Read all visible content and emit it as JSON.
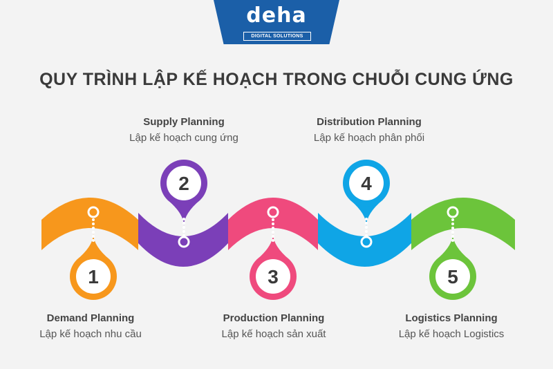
{
  "logo": {
    "wordmark": "deha",
    "tagline": "DIGITAL SOLUTIONS",
    "background": "#1b5fa8"
  },
  "title": "QUY TRÌNH LẬP KẾ HOẠCH TRONG CHUỖI CUNG ỨNG",
  "steps": [
    {
      "number": "1",
      "title": "Demand Planning",
      "subtitle": "Lập kế hoạch nhu cầu",
      "color": "#f7971c"
    },
    {
      "number": "2",
      "title": "Supply Planning",
      "subtitle": "Lập kế hoạch cung ứng",
      "color": "#7b3fb8"
    },
    {
      "number": "3",
      "title": "Production Planning",
      "subtitle": "Lập kế hoạch sản xuất",
      "color": "#ef4a7d"
    },
    {
      "number": "4",
      "title": "Distribution Planning",
      "subtitle": "Lập kế hoạch phân phối",
      "color": "#0fa5e6"
    },
    {
      "number": "5",
      "title": "Logistics Planning",
      "subtitle": "Lập kế hoạch Logistics",
      "color": "#6cc43b"
    }
  ]
}
